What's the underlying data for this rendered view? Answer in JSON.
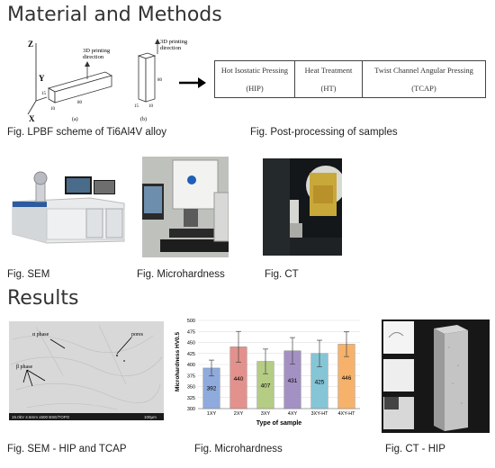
{
  "heading_methods": "Material and Methods",
  "heading_results": "Results",
  "captions": {
    "lpbf": "Fig. LPBF scheme of Ti6Al4V alloy",
    "postproc": "Fig. Post-processing of samples",
    "sem": "Fig. SEM",
    "micro": "Fig. Microhardness",
    "ct": "Fig. CT",
    "sem_hip": "Fig. SEM  - HIP and TCAP",
    "micro2": "Fig. Microhardness",
    "ct_hip": "Fig. CT - HIP"
  },
  "lpbf_scheme": {
    "axis_z": "Z",
    "axis_y": "Y",
    "axis_x": "X",
    "arrow_text_1": "3D printing",
    "arrow_text_2": "direction",
    "dim_a_1": "15",
    "dim_a_2": "10",
    "dim_a_3": "80",
    "dim_b_1": "15",
    "dim_b_2": "10",
    "dim_b_3": "80",
    "label_a": "(a)",
    "label_b": "(b)"
  },
  "process_table": {
    "columns": [
      {
        "name": "Hot Isostatic Pressing",
        "abbr": "(HIP)"
      },
      {
        "name": "Heat Treatment",
        "abbr": "(HT)"
      },
      {
        "name": "Twist Channel Angular Pressing",
        "abbr": "(TCAP)"
      }
    ]
  },
  "sem_micrograph": {
    "labels": [
      "α phase",
      "pores",
      "β phase"
    ],
    "info_bar": "15.0kV 4.6mm x500 BSE/TOPO",
    "scale": "100μm"
  },
  "chart_data": {
    "type": "bar",
    "categories": [
      "1XY",
      "2XY",
      "3XY",
      "4XY",
      "3XY-HT",
      "4XY-HT"
    ],
    "values": [
      392,
      440,
      407,
      431,
      425,
      446
    ],
    "errors": [
      18,
      35,
      28,
      30,
      30,
      28
    ],
    "xlabel": "Type of sample",
    "ylabel": "Microhardness HV0.5",
    "ylim": [
      300,
      500
    ],
    "yticks": [
      300,
      325,
      350,
      375,
      400,
      425,
      450,
      475,
      500
    ],
    "grid": true,
    "colors": [
      "#8faadc",
      "#e3918c",
      "#b5cc84",
      "#a391c4",
      "#86c5d6",
      "#f6b26b"
    ]
  }
}
